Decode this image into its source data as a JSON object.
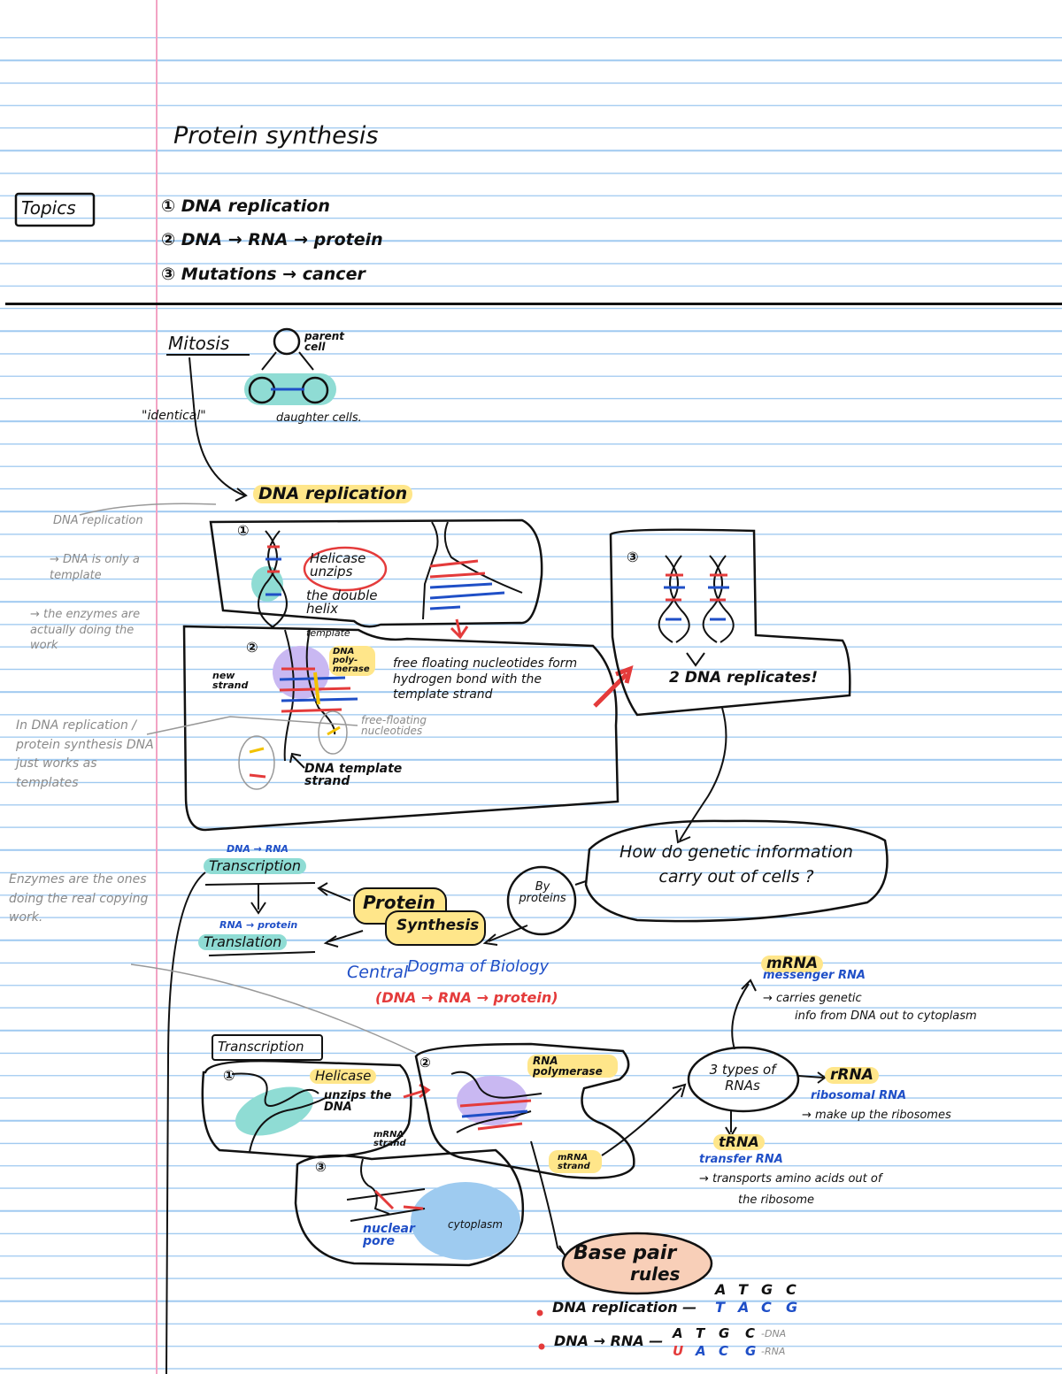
{
  "title": "Protein synthesis",
  "topics": {
    "label": "Topics",
    "items": [
      {
        "num": "①",
        "text": "DNA replication"
      },
      {
        "num": "②",
        "text": "DNA → RNA → protein"
      },
      {
        "num": "③",
        "text": "Mutations → cancer"
      }
    ]
  },
  "mitosis": {
    "title": "Mitosis",
    "parent_cell": "parent cell",
    "identical": "\"identical\"",
    "daughter_cells": "daughter cells."
  },
  "dna_replication": {
    "heading": "DNA replication",
    "step1": {
      "num": "①",
      "helicase": "Helicase unzips",
      "rest": "the double helix"
    },
    "step2": {
      "num": "②",
      "template": "template",
      "new_strand": "new strand",
      "dna_polymerase": "DNA poly-merase",
      "free_floating": "free floating nucleotides form hydrogen bond with the template strand",
      "free_nucleotides": "free-floating nucleotides",
      "dna_template_strand": "DNA template strand"
    },
    "step3": {
      "num": "③",
      "result": "2 DNA replicates!"
    }
  },
  "margin_notes": [
    {
      "text": "DNA replication"
    },
    {
      "text": "→ DNA is only a template"
    },
    {
      "text": "→ the enzymes are actually doing the work"
    },
    {
      "text": "In DNA replication / protein synthesis DNA just works as templates"
    },
    {
      "text": "Enzymes are the ones doing the real copying work."
    }
  ],
  "question": "How do genetic information carry out of cells ?",
  "by_proteins": "By proteins",
  "protein_synthesis": {
    "line1": "Protein",
    "line2": "Synthesis"
  },
  "transcription_label": {
    "sub": "DNA → RNA",
    "main": "Transcription"
  },
  "translation_label": {
    "sub": "RNA → protein",
    "main": "Translation"
  },
  "central_dogma": {
    "line1": "Central",
    "line2": "Dogma of Biology",
    "line3": "(DNA → RNA → protein)"
  },
  "transcription": {
    "title": "Transcription",
    "step1": {
      "num": "①",
      "helicase": "Helicase",
      "rest": "unzips the DNA"
    },
    "step2": {
      "num": "②",
      "rna_polymerase": "RNA polymerase",
      "mrna_strand": "mRNA strand"
    },
    "step3": {
      "num": "③",
      "mrna_strand": "mRNA strand",
      "nuclear_pore": "nuclear pore",
      "cytoplasm": "cytoplasm"
    }
  },
  "rna_types": {
    "center": "3 types of RNAs",
    "mrna": {
      "name": "mRNA",
      "full": "messenger RNA",
      "desc1": "→ carries genetic",
      "desc2": "info from DNA out to cytoplasm"
    },
    "rrna": {
      "name": "rRNA",
      "full": "ribosomal RNA",
      "desc": "→ make up the ribosomes"
    },
    "trna": {
      "name": "tRNA",
      "full": "transfer RNA",
      "desc1": "→ transports amino acids out of",
      "desc2": "the ribosome"
    }
  },
  "base_pair": {
    "title1": "Base pair",
    "title2": "rules",
    "dna_replication_label": "DNA replication —",
    "dna_rna_label": "DNA → RNA —",
    "top_row": [
      "A",
      "T",
      "G",
      "C"
    ],
    "rep_row": [
      "T",
      "A",
      "C",
      "G"
    ],
    "dna_row": [
      "A",
      "T",
      "G",
      "C"
    ],
    "rna_row": [
      "U",
      "A",
      "C",
      "G"
    ],
    "dna_tag": "-DNA",
    "rna_tag": "-RNA"
  },
  "colors": {
    "ink": "#111111",
    "blue": "#1f4fc7",
    "red": "#e43b3b",
    "yellow": "#ffe68a",
    "teal": "#8fdcd4",
    "purple": "#c9b8f2",
    "lightblue": "#9ecbf0"
  }
}
